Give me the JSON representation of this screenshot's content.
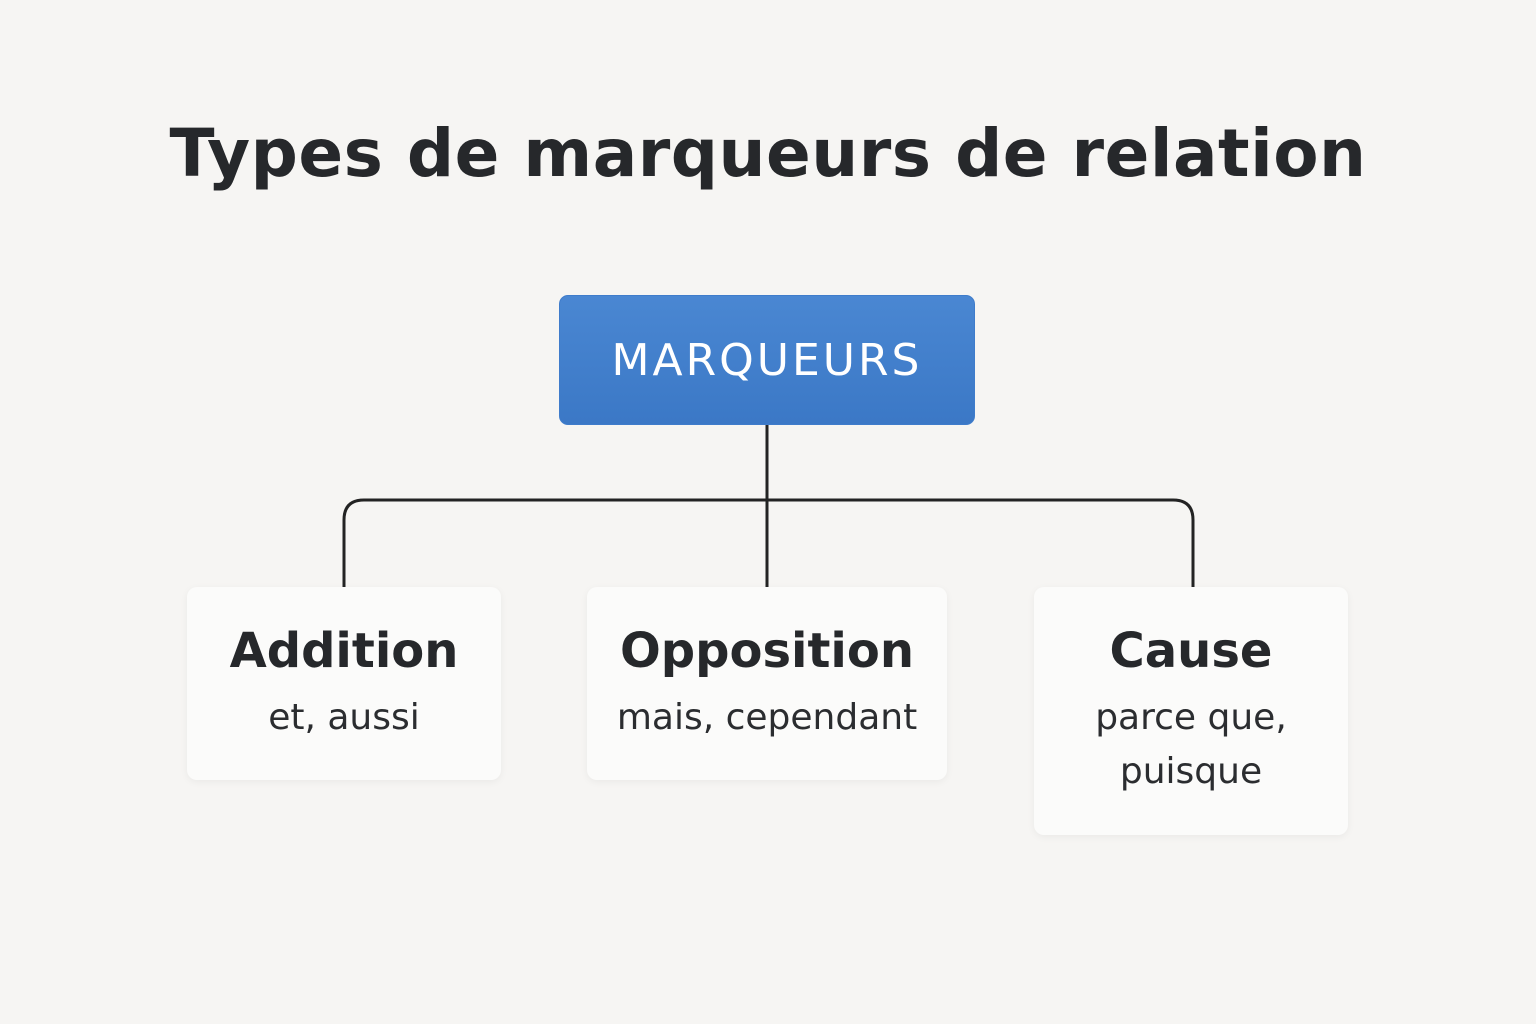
{
  "title": "Types de marqueurs de relation",
  "colors": {
    "background": "#f6f5f3",
    "root_fill_top": "#4a87d2",
    "root_fill_bottom": "#3b78c6",
    "text": "#26282b",
    "connector": "#232323",
    "card": "#fbfbfa"
  },
  "root": {
    "label": "MARQUEURS"
  },
  "children": [
    {
      "title": "Addition",
      "examples": "et, aussi"
    },
    {
      "title": "Opposition",
      "examples": "mais, cependant"
    },
    {
      "title": "Cause",
      "examples": "parce que, puisque"
    }
  ]
}
